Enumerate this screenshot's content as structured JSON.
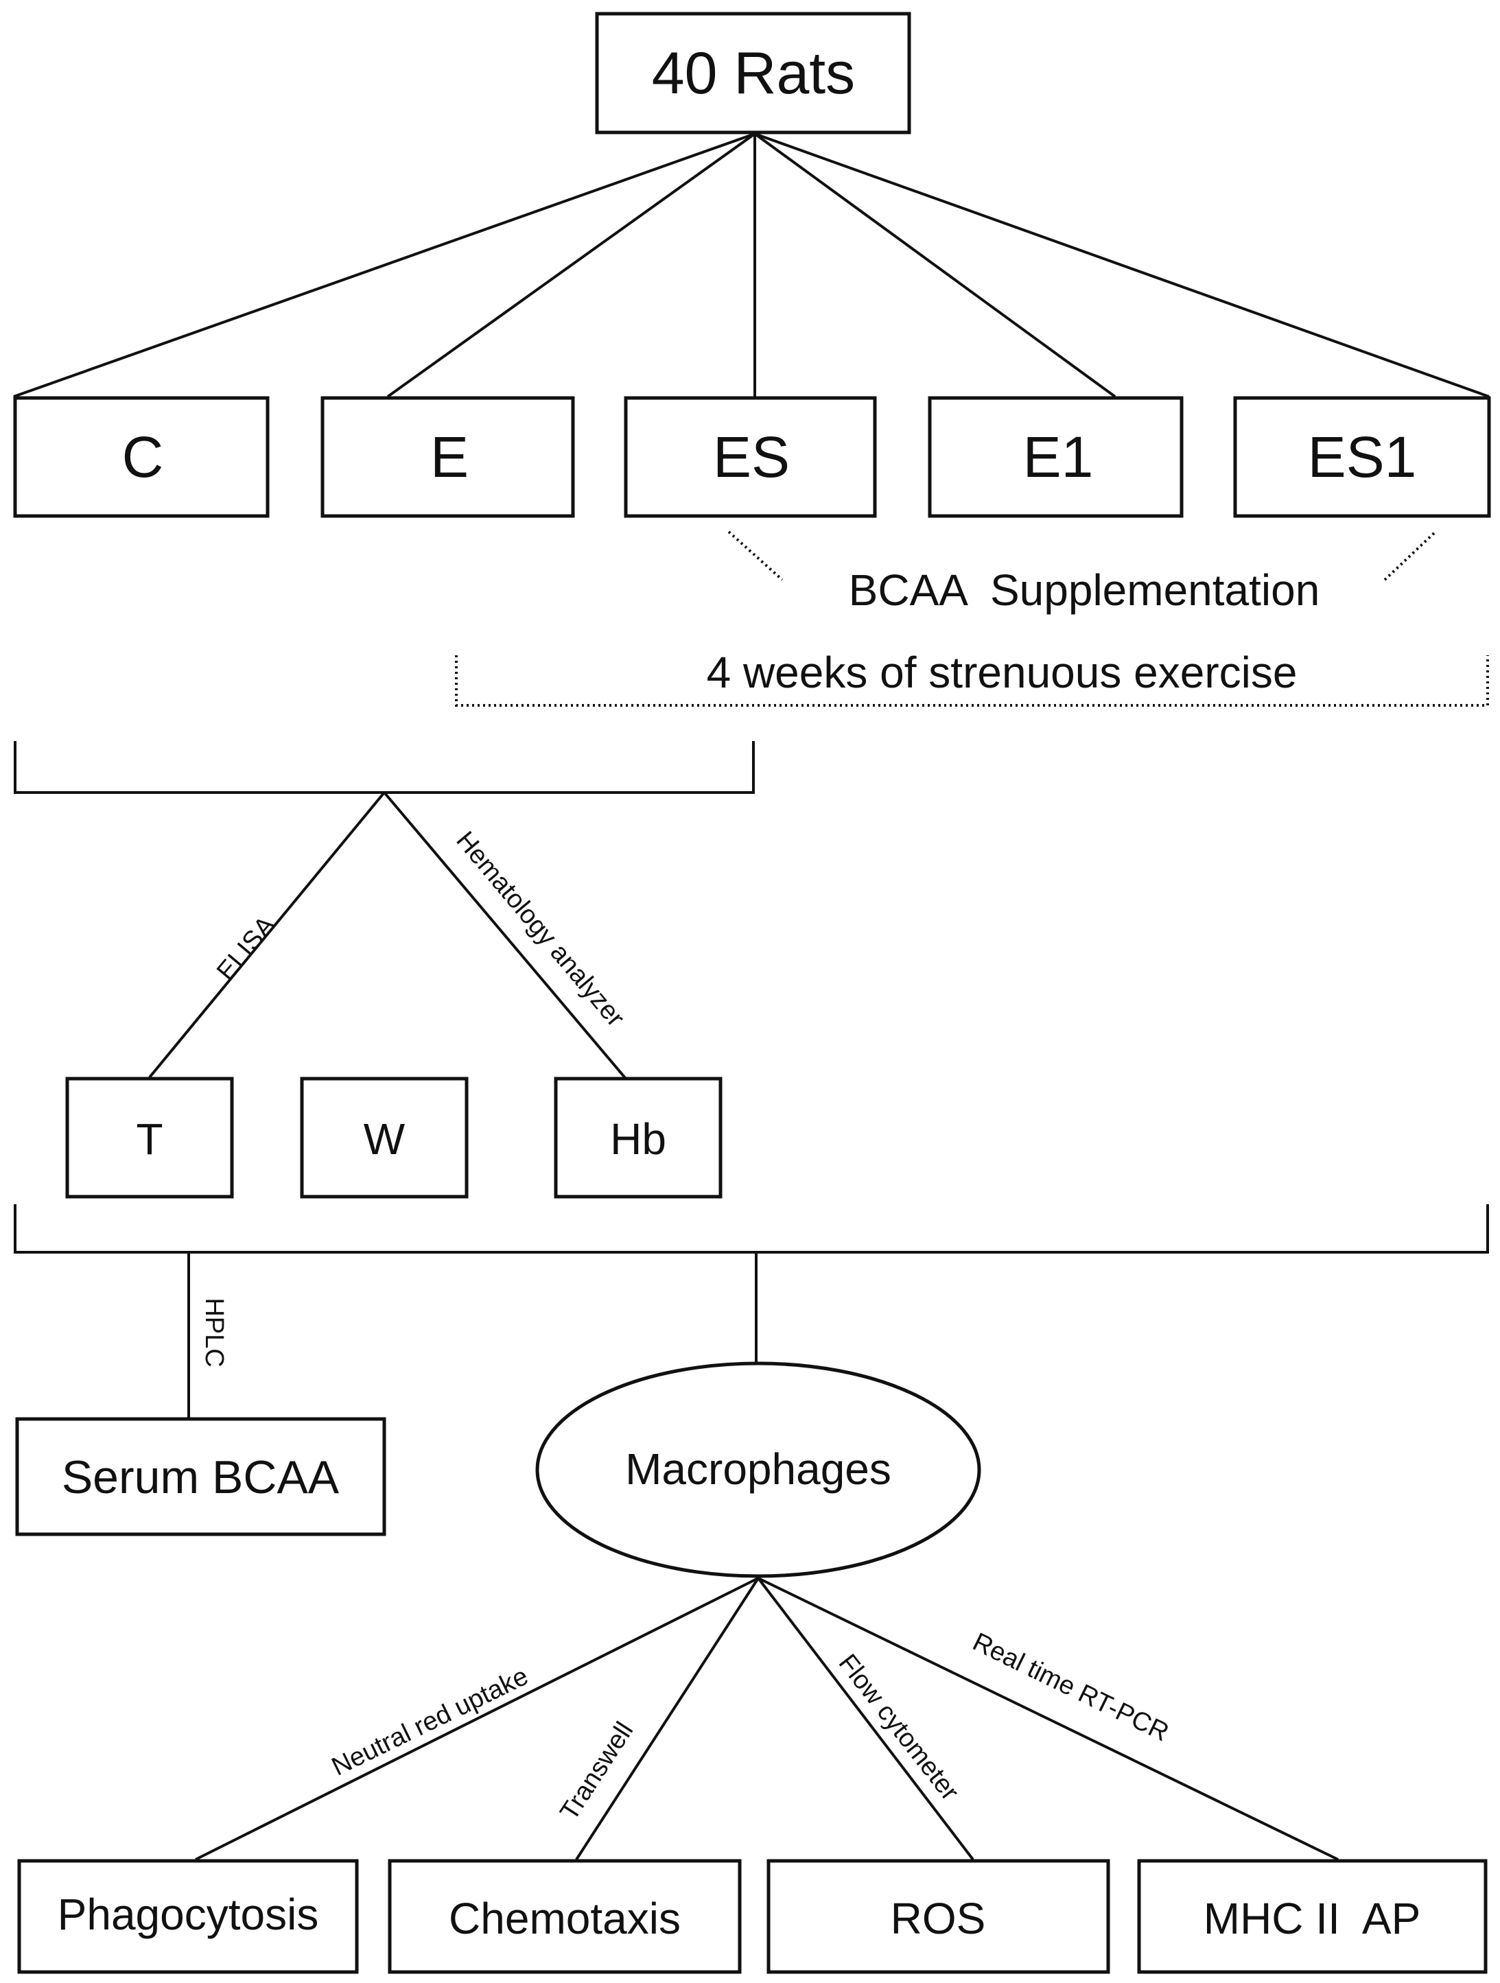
{
  "root": {
    "label": "40 Rats"
  },
  "groups": [
    {
      "label": "C"
    },
    {
      "label": "E"
    },
    {
      "label": "ES"
    },
    {
      "label": "E1"
    },
    {
      "label": "ES1"
    }
  ],
  "annotations": {
    "supplementation": "BCAA  Supplementation",
    "exercise": "4 weeks of strenuous exercise"
  },
  "blood_params": [
    {
      "label": "T"
    },
    {
      "label": "W"
    },
    {
      "label": "Hb"
    }
  ],
  "methods": {
    "elisa": "ELISA",
    "hematology": "Hematology analyzer",
    "hplc": "HPLC",
    "neutral_red": "Neutral red uptake",
    "transwell": "Transwell",
    "flow": "Flow cytometer",
    "rtpcr": "Real time RT-PCR"
  },
  "serum": {
    "label": "Serum BCAA"
  },
  "macrophages": {
    "label": "Macrophages"
  },
  "assays": [
    {
      "label": "Phagocytosis"
    },
    {
      "label": "Chemotaxis"
    },
    {
      "label": "ROS"
    },
    {
      "label": "MHC II  AP"
    }
  ]
}
